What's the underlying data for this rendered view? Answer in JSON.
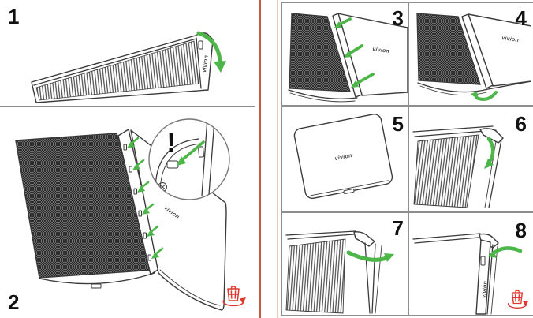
{
  "brand": {
    "logo_text": "vivion"
  },
  "inset": {
    "warning_mark": "!"
  },
  "panels": [
    {
      "number": "1"
    },
    {
      "number": "2"
    },
    {
      "number": "3"
    },
    {
      "number": "4"
    },
    {
      "number": "5"
    },
    {
      "number": "6"
    },
    {
      "number": "7"
    },
    {
      "number": "8"
    }
  ],
  "icons": {
    "action_arrow": "green-curved-arrow",
    "dispose": "red-trash-bin-with-swoosh-arrow",
    "warning": "exclamation-mark",
    "screw": "phillips-screw-head"
  },
  "colors": {
    "arrow_green": "#4cb648",
    "ink": "#3a3a3a",
    "fold_dark": "#c25a43",
    "fold_light": "#f2c3ba",
    "grid_line": "#8e8e8e",
    "dispose_red": "#e0372e"
  }
}
